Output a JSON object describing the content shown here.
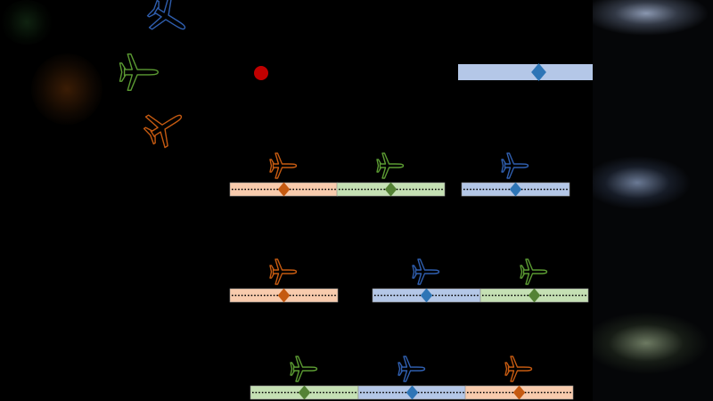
{
  "colors": {
    "blue": {
      "plane": "#2f5eae",
      "bar": "#b4c7e7",
      "diamond": "#2e75b6"
    },
    "orange": {
      "plane": "#c55a11",
      "bar": "#f8cbad",
      "diamond": "#c55a11"
    },
    "green": {
      "plane": "#5b9a32",
      "bar": "#c5e0b4",
      "diamond": "#548235"
    },
    "marker": "#c00000",
    "dots": "#000000"
  },
  "legend_planes": [
    "blue",
    "green",
    "orange"
  ],
  "rows": [
    {
      "segments": [
        "blue"
      ],
      "dotted": false,
      "planes": false
    },
    {
      "segments": [
        "orange",
        "green",
        "blue"
      ],
      "dotted": true,
      "planes": true
    },
    {
      "segments": [
        "orange",
        "blue",
        "green"
      ],
      "dotted": true,
      "planes": true
    },
    {
      "segments": [
        "green",
        "blue",
        "orange"
      ],
      "dotted": true,
      "planes": true
    }
  ]
}
